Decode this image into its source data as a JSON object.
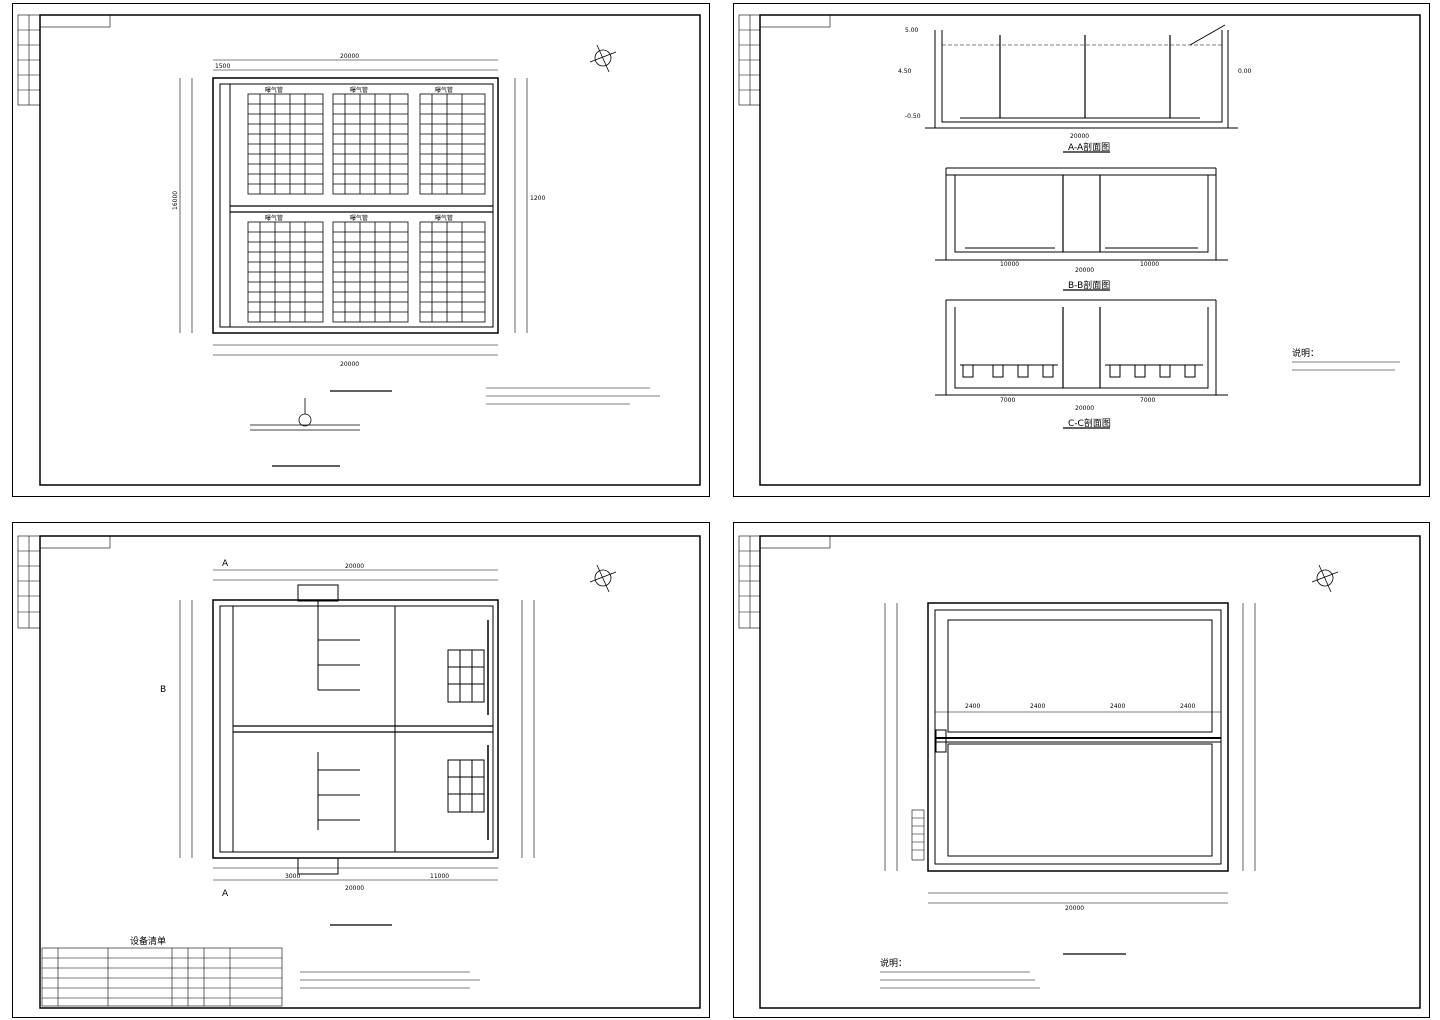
{
  "sheets": [
    {
      "id": "sheet-1",
      "dims": {
        "overall_width": "20000",
        "overall_height": "16000",
        "top_left": "1500",
        "side_right": "1200"
      },
      "section_labels": [
        "曝气管",
        "曝气管",
        "曝气管",
        "曝气管",
        "曝气管",
        "曝气管"
      ]
    },
    {
      "id": "sheet-2",
      "titles": {
        "section_a": "A-A剖面图",
        "section_b": "B-B剖面图",
        "section_c": "C-C剖面图"
      },
      "dims": {
        "a_width": "20000",
        "b_width": "20000",
        "c_width": "20000",
        "b_left": "10000",
        "b_right": "10000",
        "c_left": "7000",
        "c_right": "7000"
      },
      "levels": {
        "top": "5.00",
        "water": "4.50",
        "bottom": "-0.50",
        "ground": "0.00"
      },
      "notes_header": "说明："
    },
    {
      "id": "sheet-3",
      "dims": {
        "overall_width": "20000",
        "left": "3000",
        "right": "11000"
      },
      "section_marks": {
        "a_top": "A",
        "a_bottom": "A",
        "b": "B"
      },
      "equipment_table_title": "设备清单"
    },
    {
      "id": "sheet-4",
      "dims": {
        "overall_width": "20000",
        "span_1": "2400",
        "span_2": "2400",
        "span_3": "2400",
        "span_4": "2400"
      },
      "notes_header": "说明："
    }
  ],
  "colors": {
    "line": "#000000",
    "paper": "#ffffff"
  }
}
